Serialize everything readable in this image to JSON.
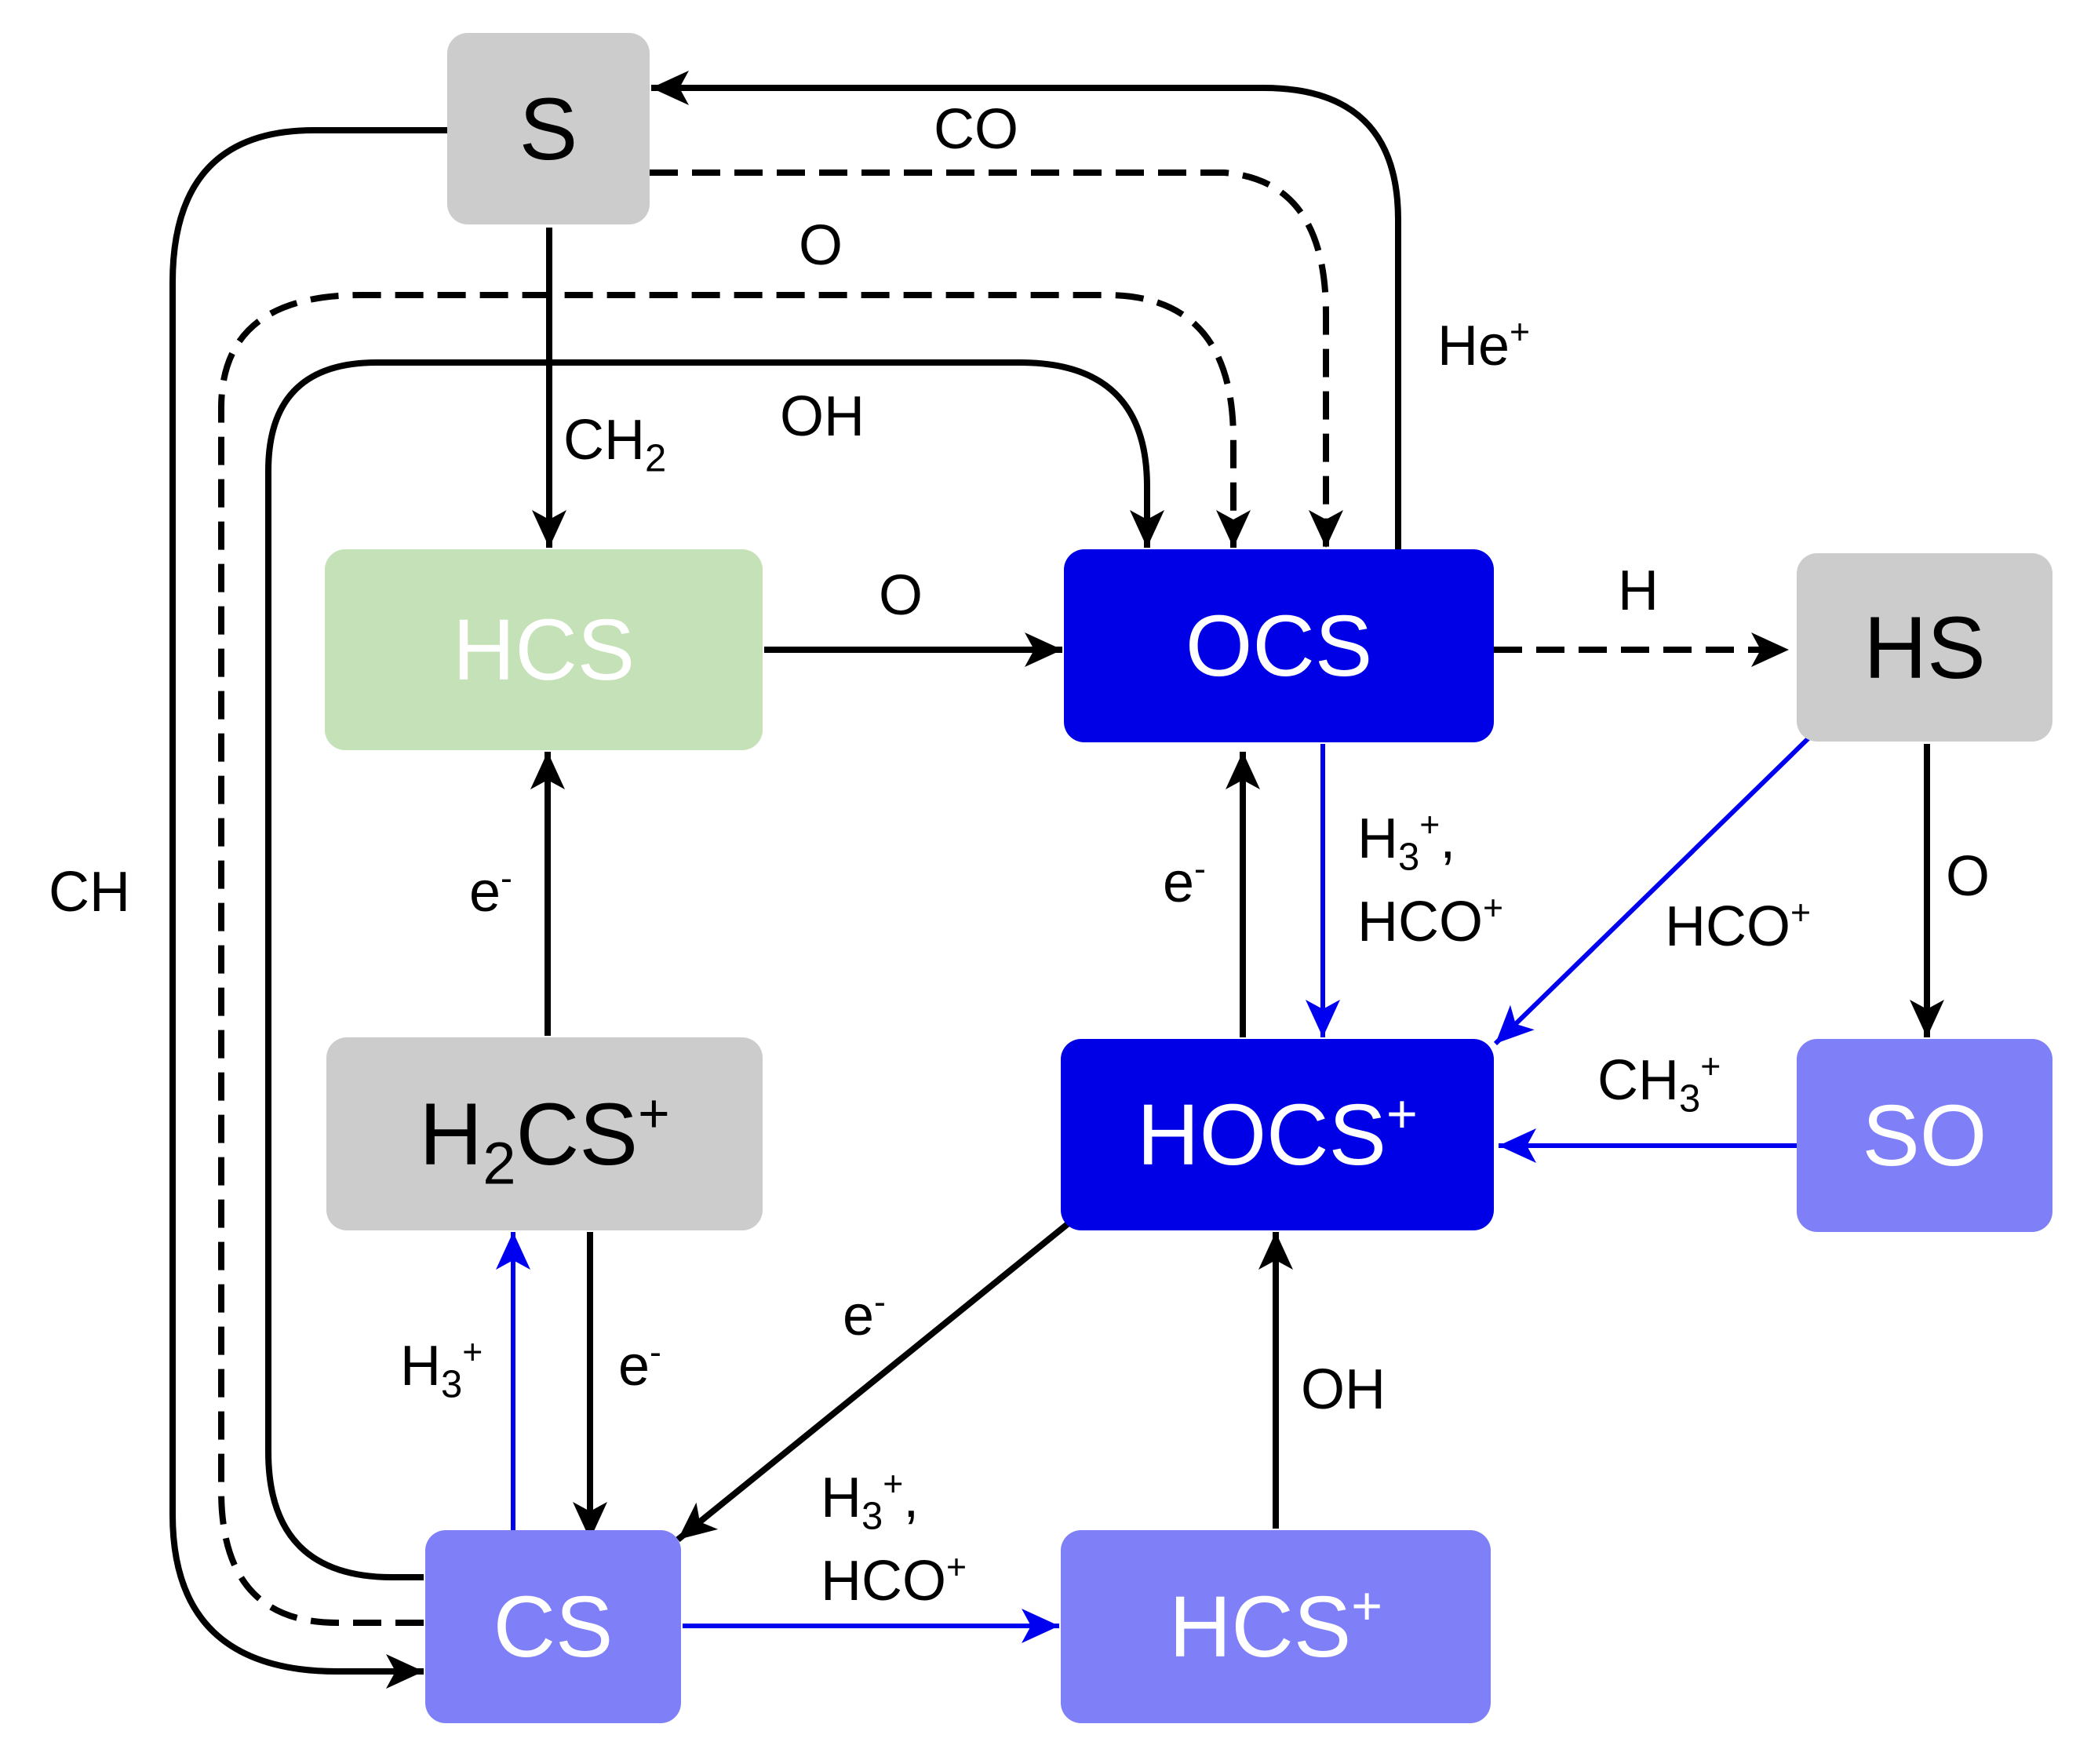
{
  "colors": {
    "black": "#000000",
    "blue": "#0000f0",
    "gray": "#cdcccd",
    "green": "#c5e1b7",
    "dark_blue": "#0000e6",
    "light_blue": "#7f7ff8",
    "white": "#ffffff"
  },
  "nodes": {
    "S": {
      "text": "S"
    },
    "HCS": {
      "text": "HCS"
    },
    "OCS": {
      "text": "OCS"
    },
    "HS": {
      "text": "HS"
    },
    "H2CS": {
      "pre": "H",
      "sub": "2",
      "main": "CS",
      "sup": "+"
    },
    "HOCS": {
      "main": "HOCS",
      "sup": "+"
    },
    "SO": {
      "text": "SO"
    },
    "CS": {
      "text": "CS"
    },
    "HCSp": {
      "main": "HCS",
      "sup": "+"
    }
  },
  "labels": {
    "co": "CO",
    "o_top": "O",
    "he": {
      "main": "He",
      "sup": "+"
    },
    "ch2": {
      "main": "CH",
      "sub": "2"
    },
    "oh_top": "OH",
    "o_mid": "O",
    "h": "H",
    "ch": "CH",
    "e_left": {
      "main": "e",
      "sup": "-"
    },
    "e_ocs": {
      "main": "e",
      "sup": "-"
    },
    "h3_hco_right": {
      "main": "H",
      "sub": "3",
      "sup": "+",
      "tail": ",",
      "line2": "HCO",
      "line2_sup": "+"
    },
    "hco_hs": {
      "main": "HCO",
      "sup": "+"
    },
    "o_right": "O",
    "ch3": {
      "main": "CH",
      "sub": "3",
      "sup": "+"
    },
    "e_diag": {
      "main": "e",
      "sup": "-"
    },
    "h3_cs": {
      "main": "H",
      "sub": "3",
      "sup": "+"
    },
    "e_cs": {
      "main": "e",
      "sup": "-"
    },
    "oh_bottom": "OH",
    "h3_hco_bottom": {
      "main": "H",
      "sub": "3",
      "sup": "+",
      "tail": ",",
      "line2": "HCO",
      "line2_sup": "+"
    }
  }
}
